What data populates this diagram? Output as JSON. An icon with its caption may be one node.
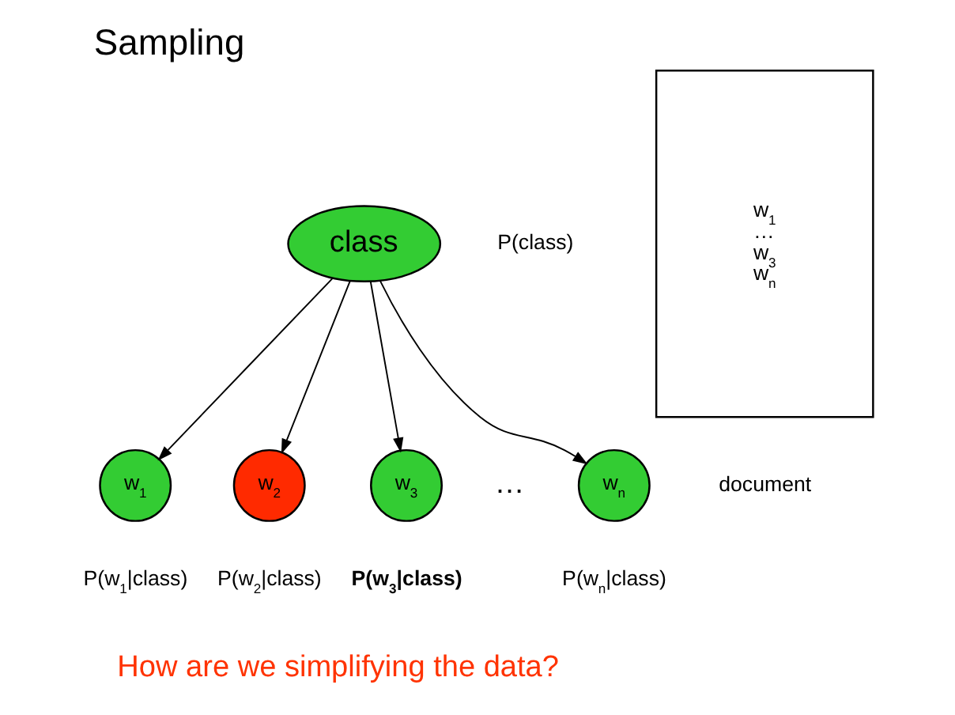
{
  "diagram": {
    "title": "Sampling",
    "caption": "How are we simplifying the data?",
    "nodes": [
      {
        "text": [
          "class"
        ],
        "beside": [
          "P(class)"
        ]
      },
      {
        "text": [
          "w$_{1}$"
        ],
        "beside": [
          "P(w$_{1}$|class)"
        ]
      },
      {
        "text": [
          "w$_{2}$"
        ],
        "beside": [
          "P(w$_{2}$|class)"
        ]
      },
      {
        "text": [
          "w$_{3}$"
        ],
        "beside": [
          "P(w$_{3}$|class)"
        ]
      },
      {
        "text": [
          "w$_{n}$"
        ],
        "beside": [
          "P(w$_{n}$|class)"
        ]
      },
      {
        "text": [
          "w$_{1}$",
          "…",
          "w$_{3}$",
          "w$_{n}$"
        ],
        "beside": [
          "document"
        ]
      }
    ],
    "edges": [
      {
        "from": 0,
        "to": 1,
        "arrow": "to"
      },
      {
        "from": 0,
        "to": 2,
        "arrow": "to"
      },
      {
        "from": 0,
        "to": 3,
        "arrow": "to"
      },
      {
        "from": 0,
        "to": 4,
        "arrow": "to"
      }
    ],
    "labels": [
      "…"
    ]
  }
}
